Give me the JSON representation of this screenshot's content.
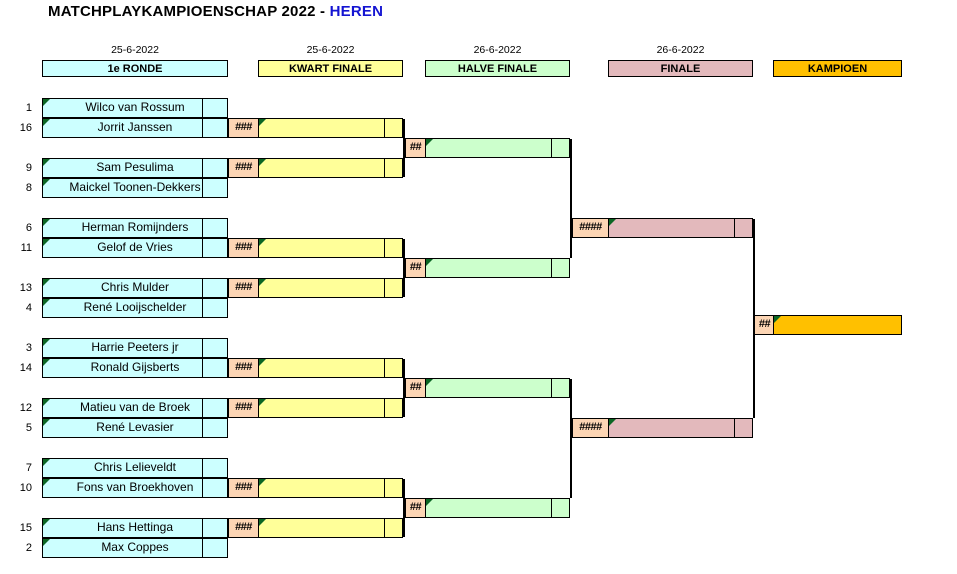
{
  "title": {
    "main": "MATCHPLAYKAMPIOENSCHAP 2022 - ",
    "accent": "HEREN"
  },
  "rounds": [
    {
      "name": "round-1",
      "date": "25-6-2022",
      "label": "1e RONDE"
    },
    {
      "name": "quarter-final",
      "date": "25-6-2022",
      "label": "KWART FINALE"
    },
    {
      "name": "half-final",
      "date": "26-6-2022",
      "label": "HALVE FINALE"
    },
    {
      "name": "final",
      "date": "26-6-2022",
      "label": "FINALE"
    },
    {
      "name": "champion",
      "date": "",
      "label": "KAMPIOEN"
    }
  ],
  "colors": {
    "round_1": "#ccffff",
    "quarter_final": "#ffff99",
    "half_final": "#ccffcc",
    "final": "#e3b9bc",
    "champion": "#ffc000",
    "score_cell": "#fcd5b4",
    "title_accent": "#1414d2"
  },
  "round_1": [
    {
      "seed": "1",
      "player": "Wilco van Rossum"
    },
    {
      "seed": "16",
      "player": "Jorrit Janssen"
    },
    {
      "seed": "9",
      "player": "Sam Pesulima"
    },
    {
      "seed": "8",
      "player": "Maickel Toonen-Dekkers"
    },
    {
      "seed": "6",
      "player": "Herman Romijnders"
    },
    {
      "seed": "11",
      "player": "Gelof de Vries"
    },
    {
      "seed": "13",
      "player": "Chris Mulder"
    },
    {
      "seed": "4",
      "player": "René Looijschelder"
    },
    {
      "seed": "3",
      "player": "Harrie Peeters jr"
    },
    {
      "seed": "14",
      "player": "Ronald Gijsberts"
    },
    {
      "seed": "12",
      "player": "Matieu van de Broek"
    },
    {
      "seed": "5",
      "player": "René Levasier"
    },
    {
      "seed": "7",
      "player": "Chris Lelieveldt"
    },
    {
      "seed": "10",
      "player": "Fons van Broekhoven"
    },
    {
      "seed": "15",
      "player": "Hans Hettinga"
    },
    {
      "seed": "2",
      "player": "Max Coppes"
    }
  ],
  "quarter_final": [
    {
      "score": "###",
      "player": ""
    },
    {
      "score": "###",
      "player": ""
    },
    {
      "score": "###",
      "player": ""
    },
    {
      "score": "###",
      "player": ""
    },
    {
      "score": "###",
      "player": ""
    },
    {
      "score": "###",
      "player": ""
    },
    {
      "score": "###",
      "player": ""
    },
    {
      "score": "###",
      "player": ""
    }
  ],
  "half_final": [
    {
      "score": "##",
      "player": ""
    },
    {
      "score": "##",
      "player": ""
    },
    {
      "score": "##",
      "player": ""
    },
    {
      "score": "##",
      "player": ""
    }
  ],
  "final": [
    {
      "score": "####",
      "player": ""
    },
    {
      "score": "####",
      "player": ""
    }
  ],
  "champion": {
    "score": "##",
    "player": ""
  }
}
